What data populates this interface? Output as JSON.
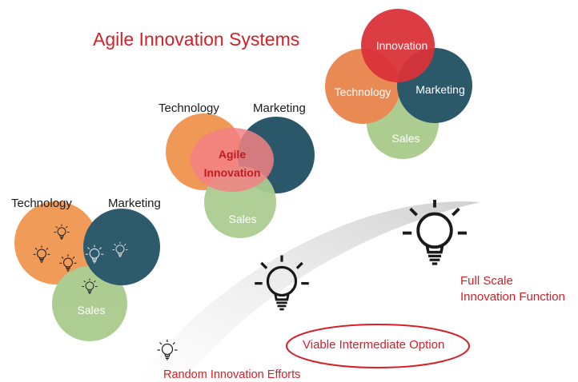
{
  "title": "Agile Innovation Systems",
  "colors": {
    "accent": "#d42027",
    "technology": "#f0944d",
    "marketing": "#1f4f61",
    "sales": "#a7c98a",
    "innovation": "#d8262c"
  },
  "diagram_random": {
    "technology": "Technology",
    "marketing": "Marketing",
    "sales": "Sales"
  },
  "diagram_agile": {
    "technology": "Technology",
    "marketing": "Marketing",
    "center_line1": "Agile",
    "center_line2": "Innovation",
    "sales": "Sales"
  },
  "diagram_full": {
    "innovation": "Innovation",
    "technology": "Technology",
    "marketing": "Marketing",
    "sales": "Sales"
  },
  "stages": {
    "random": "Random Innovation Efforts",
    "intermediate": "Viable Intermediate Option",
    "full_line1": "Full Scale",
    "full_line2": "Innovation Function"
  },
  "icons": [
    "lightbulb-icon"
  ]
}
